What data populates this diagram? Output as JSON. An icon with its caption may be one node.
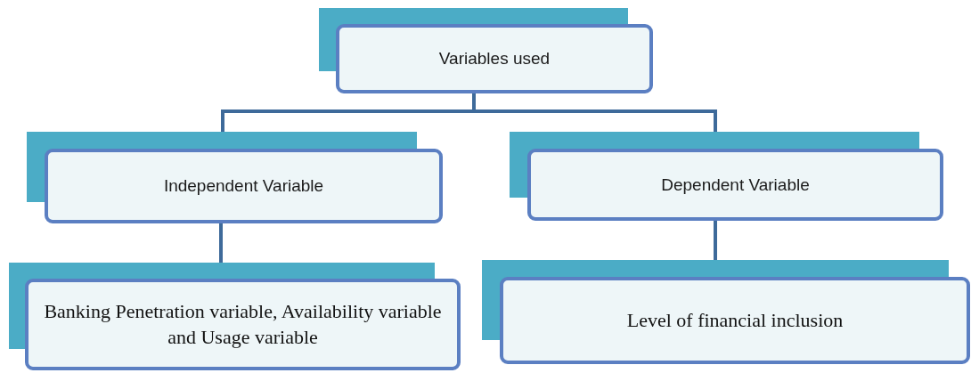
{
  "diagram": {
    "nodes": [
      {
        "text": [
          "Variables used"
        ]
      },
      {
        "text": [
          "Independent Variable"
        ]
      },
      {
        "text": [
          "Dependent Variable"
        ]
      },
      {
        "text": [
          "Banking Penetration variable, Availability variable and Usage variable"
        ]
      },
      {
        "text": [
          "Level of financial inclusion"
        ]
      }
    ],
    "edges": [
      {
        "from": 0,
        "to": 1,
        "arrow": "none"
      },
      {
        "from": 0,
        "to": 2,
        "arrow": "none"
      },
      {
        "from": 1,
        "to": 3,
        "arrow": "none"
      },
      {
        "from": 2,
        "to": 4,
        "arrow": "none"
      }
    ]
  }
}
